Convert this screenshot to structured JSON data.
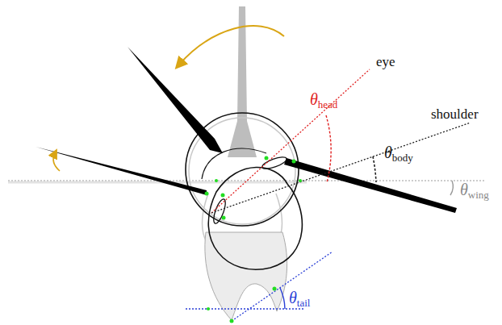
{
  "diagram": {
    "labels": [
      "eye",
      "shoulder",
      "θhead",
      "θbody",
      "θwing",
      "θtail"
    ]
  }
}
